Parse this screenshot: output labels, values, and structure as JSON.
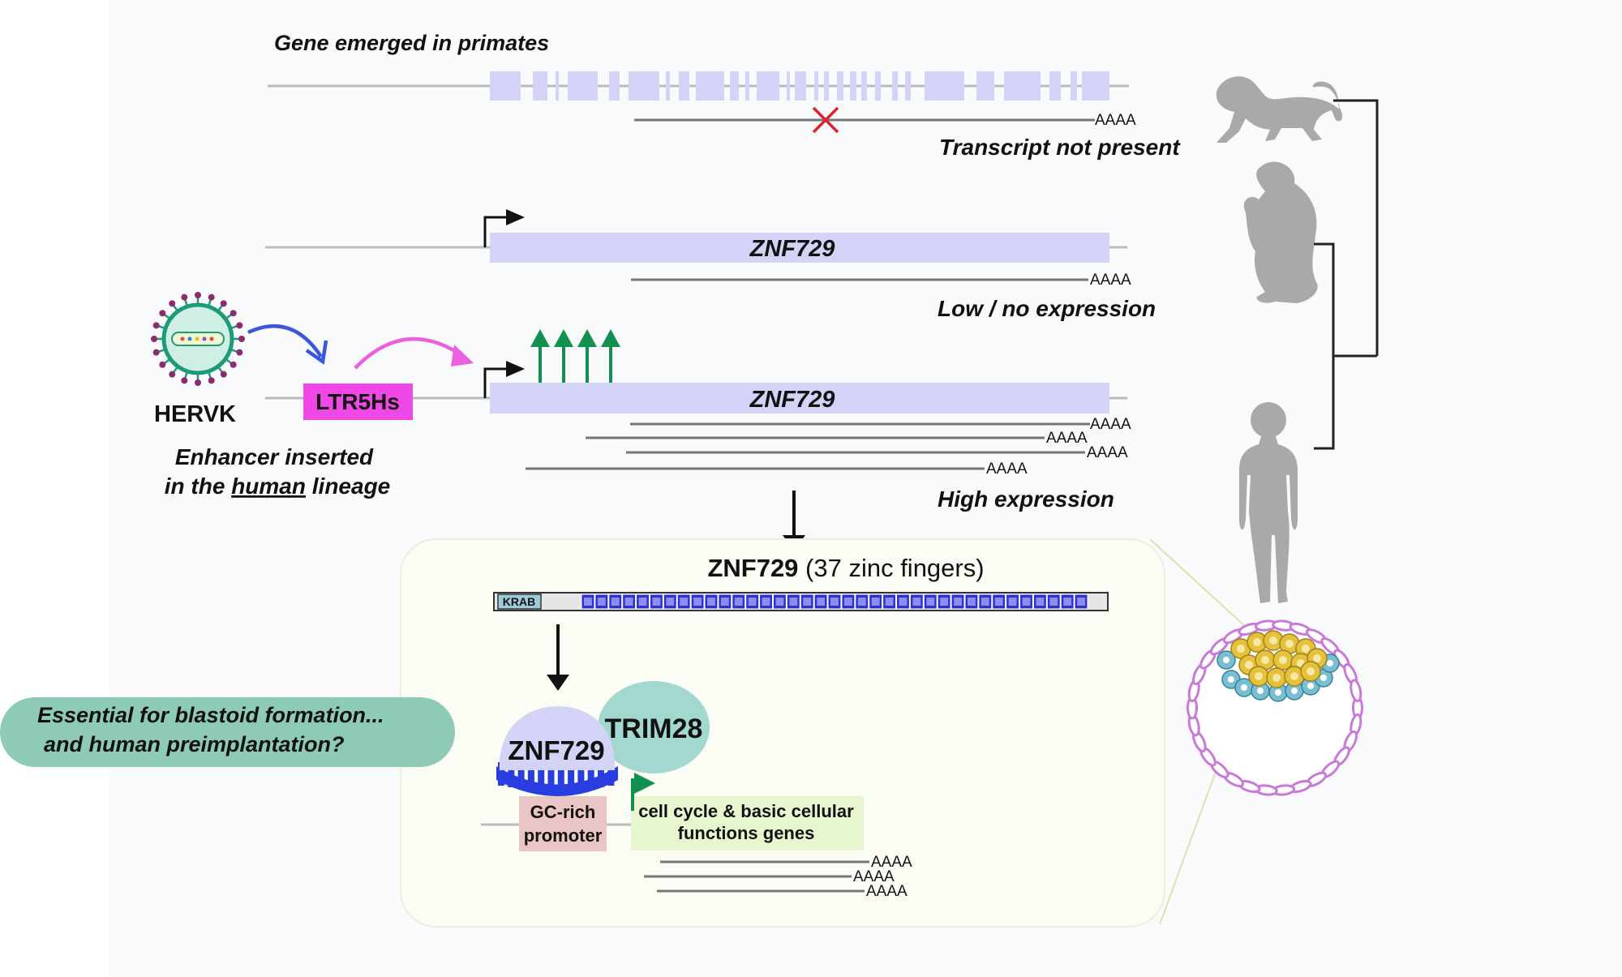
{
  "colors": {
    "exon": "#d3d3f8",
    "ltr": "#f048e6",
    "arrow_green": "#12904f",
    "arrow_blue": "#3c55de",
    "arrow_magenta": "#ee5fe0",
    "panel": "#fbfcf3",
    "pill": "#8dcbb6",
    "trim28": "#a3d8d1",
    "gc_promoter": "#e9c6c5",
    "target_genes": "#e8f6d0",
    "silhouette": "#a9a9a9",
    "trophectoderm": "#c97ad9",
    "icm_yellow": "#e6c23a",
    "icm_blue": "#78bfd4"
  },
  "primate_row": {
    "title": "Gene emerged in primates",
    "polyA": "AAAA",
    "status": "Transcript not present"
  },
  "chimp_row": {
    "gene": "ZNF729",
    "polyA": "AAAA",
    "status": "Low / no expression"
  },
  "human_row": {
    "virus_label": "HERVK",
    "ltr_label": "LTR5Hs",
    "gene": "ZNF729",
    "polyA": [
      "AAAA",
      "AAAA",
      "AAAA",
      "AAAA"
    ],
    "status": "High expression",
    "enhancer_line1": "Enhancer inserted",
    "enhancer_line2_pre": "in the ",
    "enhancer_line2_u": "human",
    "enhancer_line2_post": " lineage"
  },
  "protein": {
    "name": "ZNF729",
    "detail": " (37 zinc fingers)",
    "krab": "KRAB",
    "zinc_finger_count": 37
  },
  "complex": {
    "znf": "ZNF729",
    "trim": "TRIM28",
    "promoter_line1": "GC-rich",
    "promoter_line2": "promoter",
    "targets_line1": "cell cycle & basic cellular",
    "targets_line2": "functions genes",
    "polyA": [
      "AAAA",
      "AAAA",
      "AAAA"
    ]
  },
  "pill": {
    "line1": "Essential for blastoid formation...",
    "line2": "and human preimplantation?"
  }
}
